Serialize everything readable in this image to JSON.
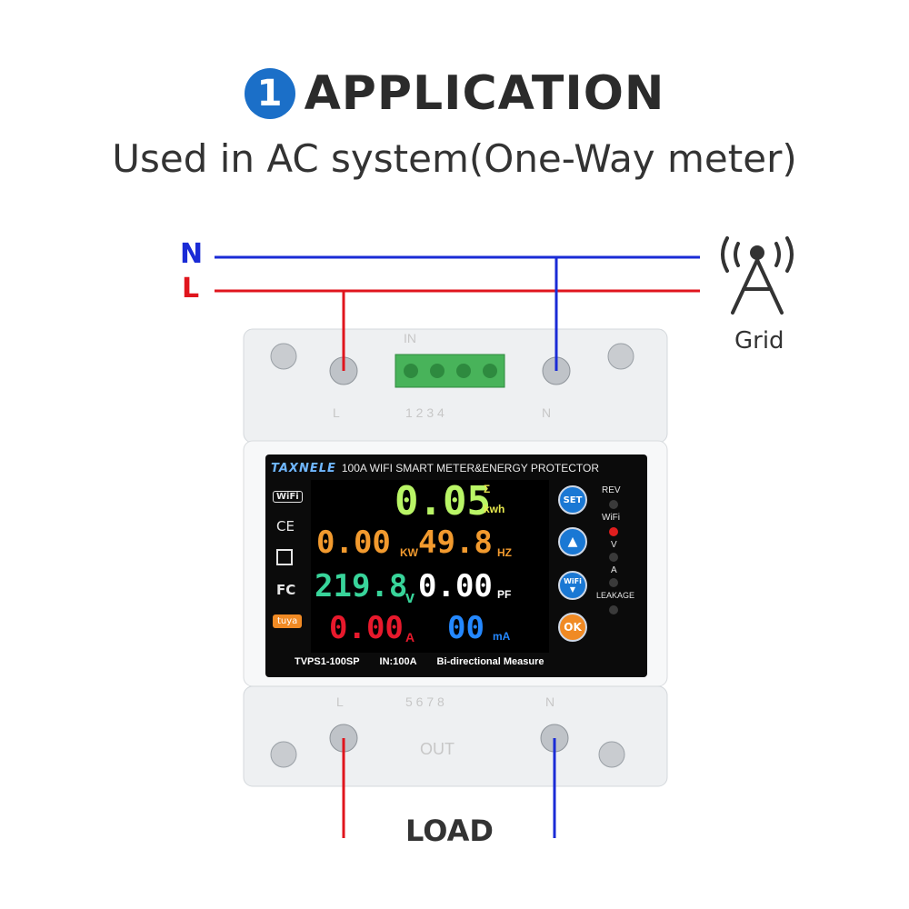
{
  "header": {
    "step_number": "1",
    "title": "APPLICATION",
    "subtitle": "Used in AC system(One-Way meter)"
  },
  "wires": {
    "neutral_label": "N",
    "live_label": "L",
    "grid_label": "Grid",
    "load_label": "LOAD",
    "neutral_color": "#1a2bd6",
    "live_color": "#e0151d"
  },
  "terminals": {
    "top_left": "L",
    "top_pins": "1  2  3  4",
    "top_right": "N",
    "bottom_left": "L",
    "bottom_pins": "5  6  7  8",
    "bottom_right": "N",
    "out_text": "OUT",
    "in_text": "IN"
  },
  "device": {
    "brand": "TAXNELE",
    "description": "100A WIFI SMART METER&ENERGY PROTECTOR",
    "cert_wifi": "WiFi",
    "cert_ce": "CE",
    "cert_fc": "FC",
    "tuya": "tuya",
    "model": "TVPS1-100SP",
    "rating": "IN:100A",
    "measure": "Bi-directional Measure"
  },
  "display": {
    "energy": "0.05",
    "energy_sigma": "Σ",
    "energy_unit": "kwh",
    "power": "0.00",
    "power_unit": "KW",
    "frequency": "49.8",
    "frequency_unit": "HZ",
    "voltage": "219.8",
    "voltage_unit": "v",
    "power_factor": "0.00",
    "power_factor_unit": "PF",
    "current": "0.00",
    "current_unit": "A",
    "leakage": "00",
    "leakage_unit": "mA"
  },
  "buttons": {
    "set": "SET",
    "up": "▲",
    "wifi": "WiFi",
    "down": "▼",
    "ok": "OK"
  },
  "indicators": {
    "rev": "REV",
    "wifi": "WiFi",
    "v": "V",
    "a": "A",
    "leakage": "LEAKAGE"
  }
}
